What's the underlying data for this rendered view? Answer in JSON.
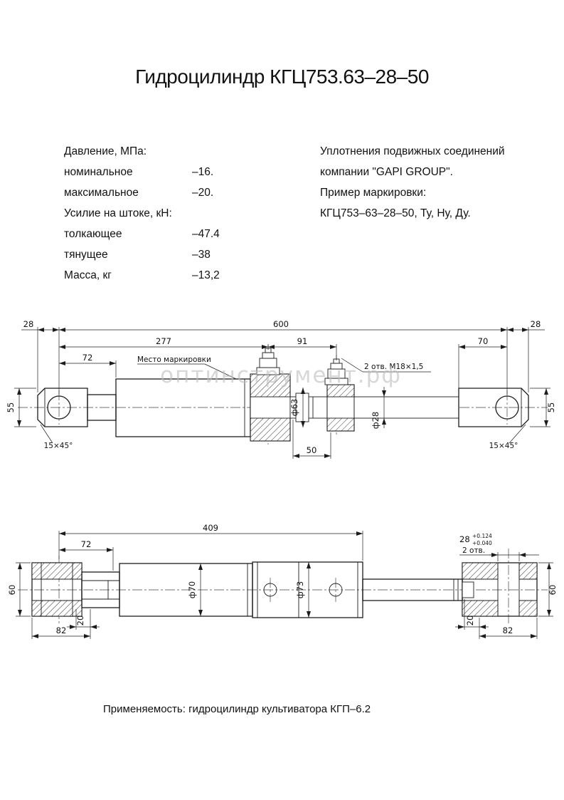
{
  "doc": {
    "title": "Гидроцилиндр КГЦ753.63–28–50",
    "footer": "Применяемость: гидроцилиндр культиватора КГП–6.2",
    "watermark": "оптинструмент.рф"
  },
  "colors": {
    "ink": "#1c1c1c",
    "watermark": "#bdbdbd",
    "background": "#ffffff"
  },
  "specs": [
    {
      "label": "Давление, МПа:",
      "value": ""
    },
    {
      "label": "номинальное",
      "value": "–16."
    },
    {
      "label": "максимальное",
      "value": "–20."
    },
    {
      "label": "Усилие на штоке, кН:",
      "value": ""
    },
    {
      "label": "толкающее",
      "value": "–47.4"
    },
    {
      "label": "тянущее",
      "value": "–38"
    },
    {
      "label": "Масса, кг",
      "value": "–13,2"
    }
  ],
  "notes": [
    "Уплотнения подвижных соединений",
    "компании \"GAPI GROUP\".",
    "Пример маркировки:",
    "КГЦ753–63–28–50, Ту, Ну, Ду."
  ],
  "view1": {
    "dim_600": "600",
    "dim_28_left": "28",
    "dim_28_right": "28",
    "dim_277": "277",
    "dim_91": "91",
    "dim_70": "70",
    "dim_72": "72",
    "dim_50": "50",
    "dim_55_left": "55",
    "dim_55_right": "55",
    "dia_63": "ф63",
    "dia_28": "ф28",
    "chamfer_left": "15×45°",
    "chamfer_right": "15×45°",
    "marking_label": "Место маркировки",
    "ports_label": "2 отв. М18×1,5"
  },
  "view2": {
    "dim_409": "409",
    "dim_72": "72",
    "dim_60_left": "60",
    "dim_60_right": "60",
    "dia_70": "ф70",
    "dia_73": "ф73",
    "dim_82_left": "82",
    "dim_20_left": "20",
    "dim_20_right": "20",
    "dim_82_right": "82",
    "hole_dim": "28",
    "hole_tol_upper": "+0.124",
    "hole_tol_lower": "+0.040",
    "hole_qty": "2 отв."
  }
}
